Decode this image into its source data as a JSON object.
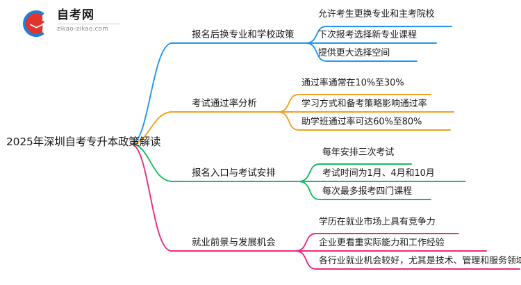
{
  "logo": {
    "name": "zikao-logo",
    "title": "自考网",
    "domain": "zikao-zikao.com",
    "arc_color": "#1f7fd4",
    "cap_color": "#e0342c"
  },
  "mindmap": {
    "root": {
      "label": "2025年深圳自考专升本政策解读"
    },
    "branches": [
      {
        "label": "报名后换专业和学校政策",
        "color": "#2196f3",
        "leaves": [
          "允许考生更换专业和主考院校",
          "下次报考选择新专业课程",
          "提供更大选择空间"
        ]
      },
      {
        "label": "考试通过率分析",
        "color": "#f2a020",
        "leaves": [
          "通过率通常在10%至30%",
          "学习方式和备考策略影响通过率",
          "助学班通过率可达60%至80%"
        ]
      },
      {
        "label": "报名入口与考试安排",
        "color": "#18bd62",
        "leaves": [
          "每年安排三次考试",
          "考试时间为1月、4月和10月",
          "每次最多报考四门课程"
        ]
      },
      {
        "label": "就业前景与发展机会",
        "color": "#ec2a7f",
        "leaves": [
          "学历在就业市场上具有竞争力",
          "企业更看重实际能力和工作经验",
          "各行业就业机会较好，尤其是技术、管理和服务领域"
        ]
      }
    ]
  }
}
